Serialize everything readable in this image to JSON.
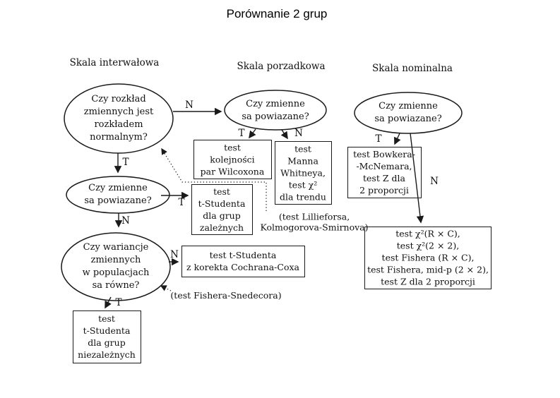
{
  "title": "Porównanie 2 grup",
  "columns": [
    {
      "label": "Skala interwałowa"
    },
    {
      "label": "Skala porzadkowa"
    },
    {
      "label": "Skala nominalna"
    }
  ],
  "decisions": {
    "normality": {
      "lines": [
        "Czy rozkład",
        "zmiennych jest",
        "rozkładem",
        "normalnym?"
      ]
    },
    "related_interval": {
      "lines": [
        "Czy zmienne",
        "sa powiazane?"
      ]
    },
    "variance": {
      "lines": [
        "Czy wariancje",
        "zmiennych",
        "w populacjach",
        "sa równe?"
      ]
    },
    "related_ordinal": {
      "lines": [
        "Czy zmienne",
        "sa powiazane?"
      ]
    },
    "related_nominal": {
      "lines": [
        "Czy zmienne",
        "sa powiazane?"
      ]
    }
  },
  "tests": {
    "wilcoxon": {
      "lines": [
        "test",
        "kolejności",
        "par Wilcoxona"
      ]
    },
    "mann_whitney": {
      "lines": [
        "test",
        "Manna",
        "Whitneya,",
        "test χ²",
        "dla trendu"
      ]
    },
    "t_dependent": {
      "lines": [
        "test",
        "t-Studenta",
        "dla grup",
        "zależnych"
      ]
    },
    "cochran_cox": {
      "lines": [
        "test t-Studenta",
        "z korekta Cochrana-Coxa"
      ]
    },
    "t_independent": {
      "lines": [
        "test",
        "t-Studenta",
        "dla grup",
        "niezależnych"
      ]
    },
    "bowker_mcnemar": {
      "lines": [
        "test Bowkera-",
        "-McNemara,",
        "test Z dla",
        "2 proporcji"
      ]
    },
    "contingency": {
      "lines": [
        "test χ²(R × C),",
        "test χ²(2 × 2),",
        "test Fishera (R × C),",
        "test Fishera, mid-p (2 × 2),",
        "test Z dla 2 proporcji"
      ]
    }
  },
  "captions": {
    "lilliefors": {
      "lines": [
        "(test Lillieforsa,",
        "Kolmogorova-Smirnova)"
      ]
    },
    "fisher_snedecor": {
      "lines": [
        "(test Fishera-Snedecora)"
      ]
    }
  },
  "edge_labels": {
    "yes": "T",
    "no": "N"
  },
  "colors": {
    "stroke": "#1a1a1a",
    "background": "#ffffff"
  }
}
